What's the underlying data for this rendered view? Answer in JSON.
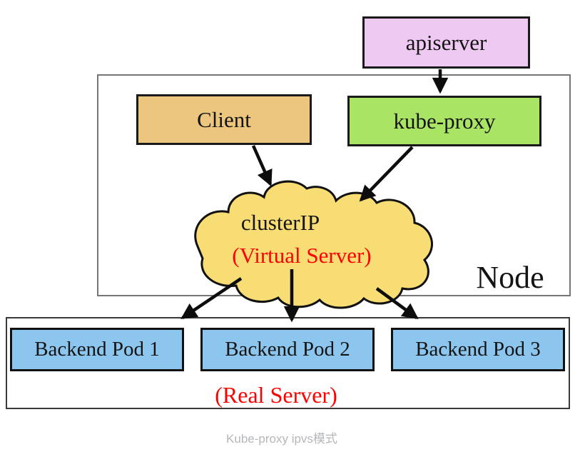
{
  "diagram": {
    "apiserver": {
      "label": "apiserver",
      "fill": "#eecaf2"
    },
    "client": {
      "label": "Client",
      "fill": "#ecc57e"
    },
    "kube_proxy": {
      "label": "kube-proxy",
      "fill": "#a9e464"
    },
    "cluster_ip": {
      "title": "clusterIP",
      "subtitle": "(Virtual Server)",
      "fill": "#f8dc74"
    },
    "node_label": "Node",
    "pods": [
      {
        "label": "Backend Pod 1"
      },
      {
        "label": "Backend Pod 2"
      },
      {
        "label": "Backend Pod 3"
      }
    ],
    "real_server_label": "(Real Server)",
    "caption": "Kube-proxy ipvs模式",
    "edges": [
      {
        "from": "apiserver",
        "to": "kube-proxy"
      },
      {
        "from": "Client",
        "to": "clusterIP (Virtual Server)"
      },
      {
        "from": "kube-proxy",
        "to": "clusterIP (Virtual Server)"
      },
      {
        "from": "clusterIP (Virtual Server)",
        "to": "Backend Pod 1"
      },
      {
        "from": "clusterIP (Virtual Server)",
        "to": "Backend Pod 2"
      },
      {
        "from": "clusterIP (Virtual Server)",
        "to": "Backend Pod 3"
      }
    ],
    "colors": {
      "pod_fill": "#8cc6ee",
      "red_text": "#fb0200",
      "arrow_black": "#0d0d0d",
      "box_border": "#1a1a1a",
      "node_border_gray": "#767676",
      "real_server_border": "#3a3a3a",
      "caption_gray": "#b4b7bb"
    }
  }
}
